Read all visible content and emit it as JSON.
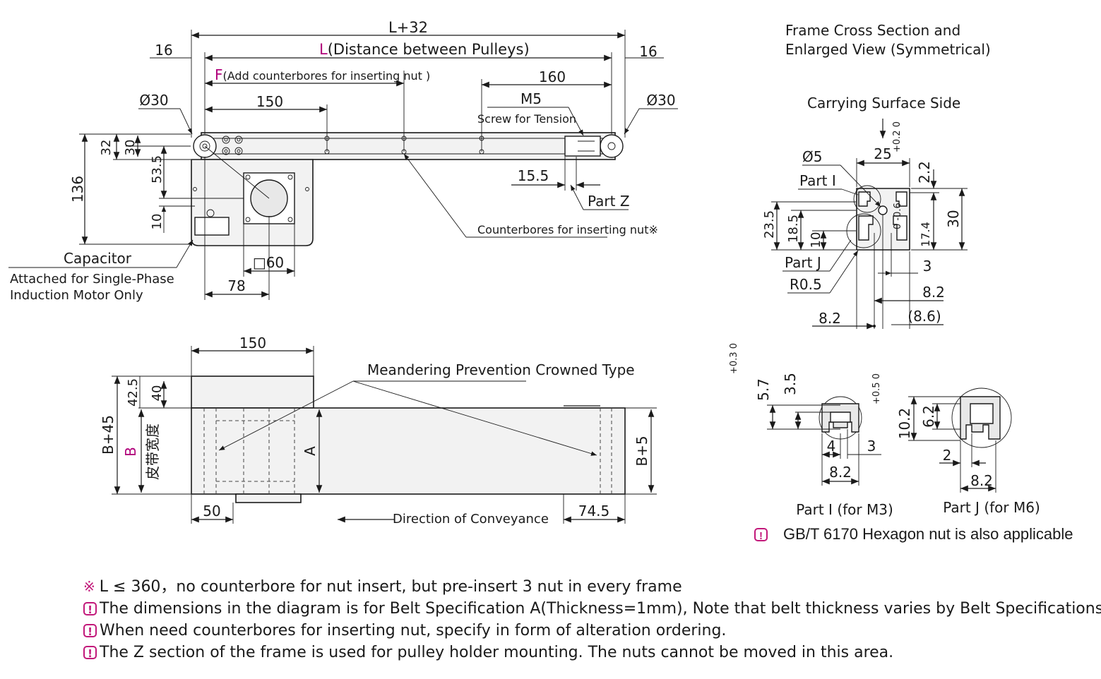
{
  "side_view": {
    "dim_total": "L+32",
    "dim_L_letter": "L",
    "dim_L_text": "(Distance between Pulleys)",
    "dim_16_left": "16",
    "dim_16_right": "16",
    "dim_F_letter": "F",
    "dim_F_text": "(Add counterbores for inserting nut )",
    "dim_160": "160",
    "dim_150": "150",
    "dim_M5": "M5",
    "screw_tension": "Screw for Tension",
    "dia_left": "Ø30",
    "dia_right": "Ø30",
    "dim_32": "32",
    "dim_30": "30",
    "dim_136": "136",
    "dim_53_5": "53.5",
    "dim_10": "10",
    "dim_15_5": "15.5",
    "part_z": "Part Z",
    "counterbores_label": "Counterbores for inserting nut※",
    "capacitor": "Capacitor",
    "capacitor_note_1": "Attached for Single-Phase",
    "capacitor_note_2": "Induction Motor Only",
    "dim_square_60": "□60",
    "dim_78": "78"
  },
  "top_view": {
    "dim_150": "150",
    "title": "Meandering Prevention Crowned Type",
    "dim_42_5": "42.5",
    "dim_40": "40",
    "dim_B45": "B+45",
    "dim_B": "B",
    "dim_B_cn": "皮带宽度",
    "dim_A": "A",
    "dim_B5": "B+5",
    "dim_50": "50",
    "dim_74_5": "74.5",
    "direction": "Direction of Conveyance"
  },
  "cross_section": {
    "title_1": "Frame Cross Section and",
    "title_2": "Enlarged View (Symmetrical)",
    "carrying_side": "Carrying Surface Side",
    "dim_25": "25",
    "dim_2_2": "2.2",
    "tol_2_2": "+0.2 0",
    "dia_5": "Ø5",
    "part_i": "Part I",
    "part_j": "Part J",
    "r05": "R0.5",
    "dim_23_5": "23.5",
    "dim_18_5": "18.5",
    "dim_10": "10",
    "dim_30": "30",
    "dim_17_4": "17.4",
    "tol_17_4": "0 -0.6",
    "dim_3": "3",
    "dim_8_2_a": "8.2",
    "dim_8_6": "(8.6)",
    "dim_8_2_b": "8.2"
  },
  "part_i_detail": {
    "dim_5_7": "5.7",
    "tol_5_7": "+0.3 0",
    "dim_3_5": "3.5",
    "dim_4": "4",
    "dim_3": "3",
    "dim_8_2": "8.2",
    "caption": "Part I (for M3)"
  },
  "part_j_detail": {
    "dim_10_2": "10.2",
    "tol_10_2": "+0.5 0",
    "dim_6_2": "6.2",
    "dim_2": "2",
    "dim_8_2": "8.2",
    "caption": "Part J (for M6)"
  },
  "gb_note": "GB/T 6170 Hexagon nut is also applicable",
  "notes": {
    "ref_mark": "※",
    "note_1": "L ≤ 360，no counterbore for nut insert, but pre-insert 3 nut in every frame",
    "note_2": "The dimensions in the diagram is for Belt Specification A(Thickness=1mm), Note that belt thickness varies by Belt Specifications",
    "note_3": "When need counterbores for inserting nut, specify in form of alteration ordering.",
    "note_4": "The Z section of the frame is used for pulley holder mounting. The nuts cannot be moved in this area."
  },
  "colors": {
    "accent": "#b0007a",
    "line": "#1a1a1a",
    "fill": "#f2f2f2"
  }
}
